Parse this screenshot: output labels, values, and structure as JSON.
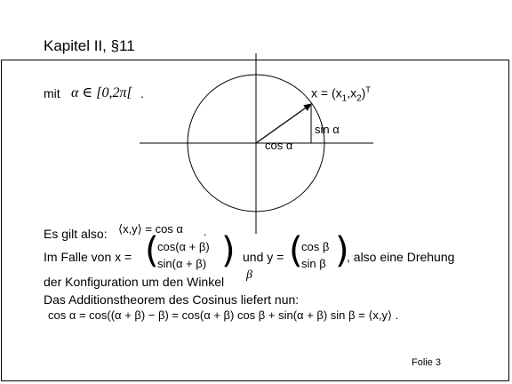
{
  "slide": {
    "title": "Kapitel II, §11",
    "footer": "Folie 3"
  },
  "content": {
    "domain_prefix": "mit",
    "domain_expr": "α ∈ [0,2π[",
    "domain_dot": ".",
    "x_label": "x = (x",
    "x_sub1": "1",
    "x_comma": ",x",
    "x_sub2": "2",
    "x_close": ")",
    "x_sup": "T",
    "sin_label": "sin α",
    "cos_label": "cos α",
    "es_gilt": "Es gilt also:",
    "inner_product": "⟨x,y⟩ = cos α",
    "inner_product_dot": ".",
    "im_falle": "Im Falle von  x =",
    "x_vec_top": "cos(α + β)",
    "x_vec_bottom": "sin(α + β)",
    "und_y": "und  y =",
    "y_vec_top": "cos β",
    "y_vec_bottom": "sin β",
    "also_drehung": ", also eine Drehung",
    "konfiguration": "der Konfiguration um den Winkel",
    "winkel_beta": "β",
    "additionstheorem": "Das Additionstheorem des Cosinus liefert nun:",
    "formula": "cos α = cos((α + β) − β) = cos(α + β) cos β + sin(α + β) sin β = ⟨x,y⟩ ."
  }
}
